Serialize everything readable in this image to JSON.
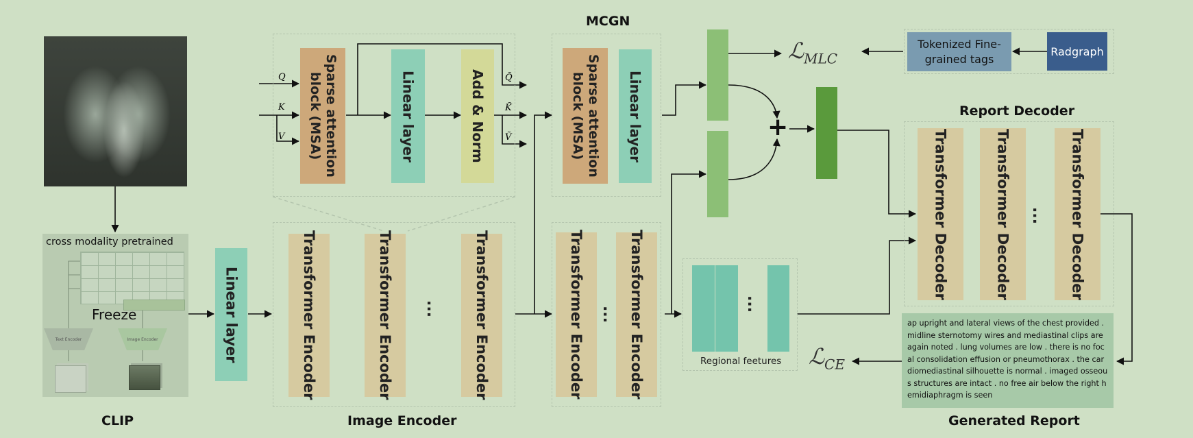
{
  "titles": {
    "mcgn": "MCGN",
    "report_decoder": "Report Decoder",
    "clip": "CLIP",
    "image_encoder": "Image  Encoder",
    "generated_report": "Generated Report"
  },
  "clip": {
    "caption": "cross modality pretrained",
    "freeze": "Freeze",
    "text_encoder": "Text Encoder",
    "image_encoder": "Image Encoder"
  },
  "blocks": {
    "linear_layer": "Linear layer",
    "transformer_encoder": "Transformer Encoder",
    "transformer_decoder": "Transformer Decoder",
    "sparse_attention": "Sparse  attention block (MSA)",
    "add_norm": "Add & Norm",
    "ellipsis": "..."
  },
  "qkv": {
    "q_in": "Q",
    "k_in": "K",
    "v_in": "V",
    "q_out": "Q̃",
    "k_out": "K̃",
    "v_out": "Ṽ"
  },
  "tags": {
    "tokenized": "Tokenized Fine-grained tags",
    "radgraph": "Radgraph"
  },
  "losses": {
    "mlc": "MLC",
    "ce": "CE",
    "symbol": "ℒ"
  },
  "regional": {
    "label": "Regional feetures"
  },
  "report_text": "ap upright and lateral views of the chest provided . midline sternotomy wires and mediastinal clips are again noted . lung volumes are low . there is no focal consolidation effusion or pneumothorax . the cardiomediastinal silhouette is normal . imaged osseous structures are intact . no free air below the right hemidiaphragm is seen",
  "colors": {
    "background": "#cfe0c5",
    "transformer": "#d6caa0",
    "sparse_attention": "#cda87a",
    "linear": "#8dcfb6",
    "add_norm": "#d3d998",
    "mcgn_bar": "#8cbf76",
    "fused_bar": "#5a9a3c",
    "tokenized": "#7a9bb0",
    "radgraph": "#3a5d8c"
  }
}
